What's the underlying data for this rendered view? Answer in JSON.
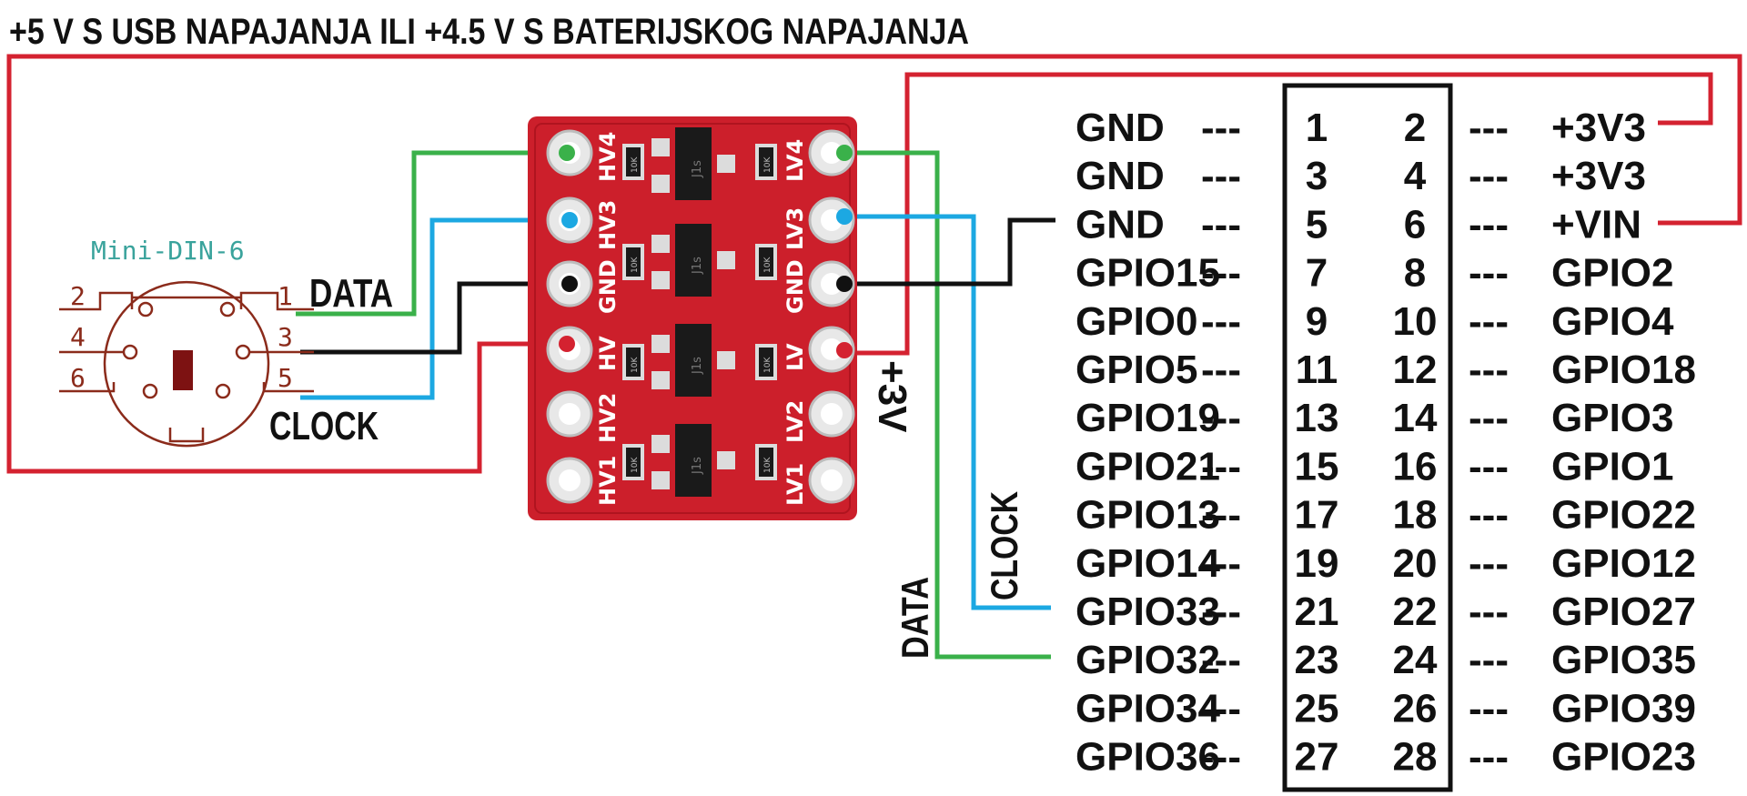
{
  "title": "+5 V S USB NAPAJANJA ILI +4.5 V S BATERIJSKOG NAPAJANJA",
  "colors": {
    "red": "#d42230",
    "green": "#3ab14a",
    "blue": "#1ca8e2",
    "black": "#111111",
    "board": "#cc1f2b",
    "connector_outline": "#8b2b1b",
    "connector_label": "#3aa39c"
  },
  "connector": {
    "name": "Mini-DIN-6",
    "pin_numbers": [
      "2",
      "1",
      "4",
      "3",
      "6",
      "5"
    ]
  },
  "wire_labels": {
    "data_left": "DATA",
    "clock_left": "CLOCK",
    "plus3v": "+3V",
    "clock_right": "CLOCK",
    "data_right": "DATA"
  },
  "level_shifter": {
    "left_labels": [
      "HV4",
      "HV3",
      "GND",
      "HV",
      "HV2",
      "HV1"
    ],
    "right_labels": [
      "LV4",
      "LV3",
      "GND",
      "LV",
      "LV2",
      "LV1"
    ],
    "chip_marks": [
      "J1s",
      "J1s",
      "J1s",
      "J1s"
    ],
    "resistor_marks": [
      "10K",
      "10K",
      "10K",
      "10K",
      "10K",
      "10K",
      "10K",
      "10K"
    ]
  },
  "header": {
    "separator": "---",
    "rows": [
      {
        "left": "GND",
        "pin_left": "1",
        "pin_right": "2",
        "right": "+3V3"
      },
      {
        "left": "GND",
        "pin_left": "3",
        "pin_right": "4",
        "right": "+3V3"
      },
      {
        "left": "GND",
        "pin_left": "5",
        "pin_right": "6",
        "right": "+VIN"
      },
      {
        "left": "GPIO15",
        "pin_left": "7",
        "pin_right": "8",
        "right": "GPIO2"
      },
      {
        "left": "GPIO0",
        "pin_left": "9",
        "pin_right": "10",
        "right": "GPIO4"
      },
      {
        "left": "GPIO5",
        "pin_left": "11",
        "pin_right": "12",
        "right": "GPIO18"
      },
      {
        "left": "GPIO19",
        "pin_left": "13",
        "pin_right": "14",
        "right": "GPIO3"
      },
      {
        "left": "GPIO21",
        "pin_left": "15",
        "pin_right": "16",
        "right": "GPIO1"
      },
      {
        "left": "GPIO13",
        "pin_left": "17",
        "pin_right": "18",
        "right": "GPIO22"
      },
      {
        "left": "GPIO14",
        "pin_left": "19",
        "pin_right": "20",
        "right": "GPIO12"
      },
      {
        "left": "GPIO33",
        "pin_left": "21",
        "pin_right": "22",
        "right": "GPIO27"
      },
      {
        "left": "GPIO32",
        "pin_left": "23",
        "pin_right": "24",
        "right": "GPIO35"
      },
      {
        "left": "GPIO34",
        "pin_left": "25",
        "pin_right": "26",
        "right": "GPIO39"
      },
      {
        "left": "GPIO36",
        "pin_left": "27",
        "pin_right": "28",
        "right": "GPIO23"
      }
    ]
  }
}
